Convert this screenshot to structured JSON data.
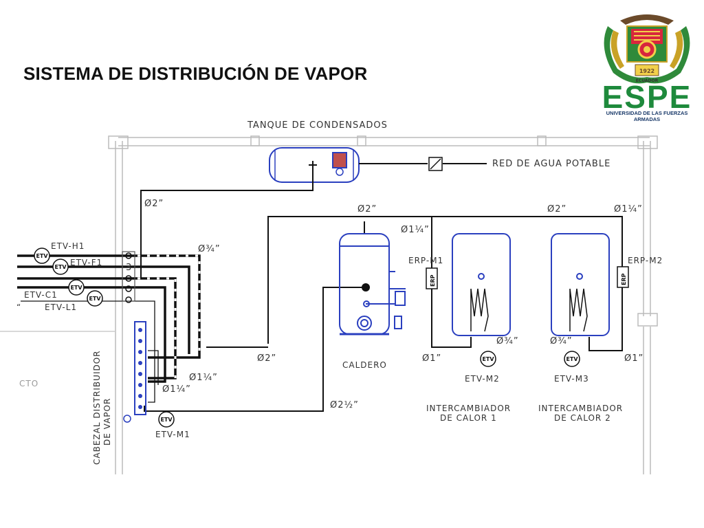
{
  "slide": {
    "title": "SISTEMA DE DISTRIBUCIÓN DE VAPOR"
  },
  "logo": {
    "brand": "ESPE",
    "subtitle": "UNIVERSIDAD DE LAS FUERZAS ARMADAS",
    "year": "1922",
    "country": "ECUADOR"
  },
  "labels": {
    "tanque": "TANQUE  DE  CONDENSADOS",
    "red_agua": "RED  DE  AGUA  POTABLE",
    "d2_top": "Ø2”",
    "d2_center": "Ø2”",
    "d2_right": "Ø2”",
    "d114_right": "Ø1¼”",
    "d114_mid": "Ø1¼”",
    "d34_left": "Ø¾”",
    "erp_m1": "ERP-M1",
    "erp_m2": "ERP-M2",
    "erp": "ERP",
    "etv_h1": "ETV-H1",
    "etv_f1": "ETV-F1",
    "etv_c1": "ETV-C1",
    "etv_l1": "ETV-L1",
    "etv_m1": "ETV-M1",
    "etv_m2": "ETV-M2",
    "etv_m3": "ETV-M3",
    "etv": "ETV",
    "d2_lower": "Ø2”",
    "d114_a": "Ø1¼”",
    "d114_b": "Ø1¼”",
    "d212": "Ø2½”",
    "d1_left": "Ø1”",
    "d1_right": "Ø1”",
    "d34_m2": "Ø¾”",
    "d34_m3": "Ø¾”",
    "caldero": "CALDERO",
    "inter1_a": "INTERCAMBIADOR",
    "inter1_b": "DE  CALOR  1",
    "inter2_a": "INTERCAMBIADOR",
    "inter2_b": "DE  CALOR  2",
    "cabezal_a": "CABEZAL  DISTRIBUIDOR",
    "cabezal_b": "DE  VAPOR",
    "cto": "CTO",
    "manifold_num": "3",
    "side_mark": "“"
  },
  "colors": {
    "accent": "#2a3fbf",
    "line": "#111111",
    "wall": "#bbbbbb",
    "brand_green": "#1e8a3c"
  },
  "icons": {
    "logo": "espe-crest-icon",
    "valve": "check-valve-icon"
  }
}
